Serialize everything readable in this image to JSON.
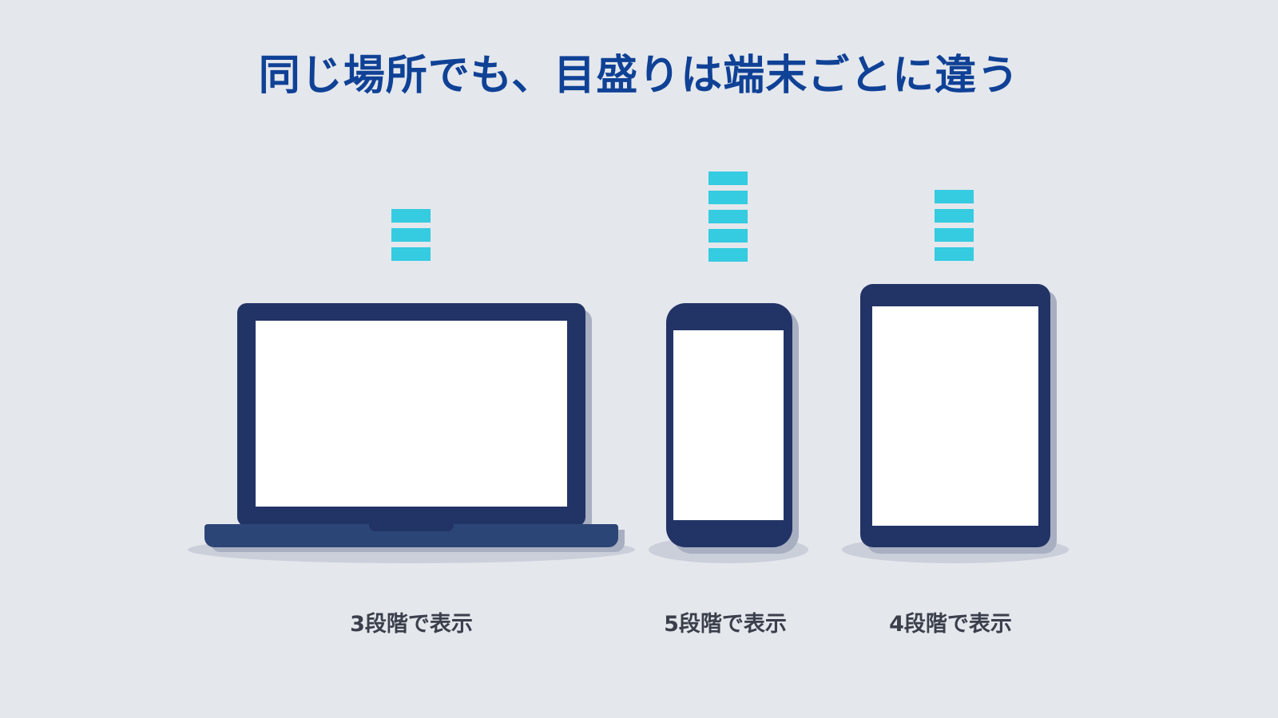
{
  "title": "同じ場所でも、目盛りは端末ごとに違う",
  "colors": {
    "title": "#0f4196",
    "signal_bars": "#35cbe0",
    "device_body": "#223366",
    "background": "#e4e7ec",
    "screen": "#ffffff",
    "caption": "#3a3f4b"
  },
  "devices": [
    {
      "type": "laptop",
      "icon": "laptop-icon",
      "signal_level": 3,
      "caption": "3段階で表示"
    },
    {
      "type": "smartphone",
      "icon": "smartphone-icon",
      "signal_level": 5,
      "caption": "5段階で表示"
    },
    {
      "type": "tablet",
      "icon": "tablet-icon",
      "signal_level": 4,
      "caption": "4段階で表示"
    }
  ]
}
